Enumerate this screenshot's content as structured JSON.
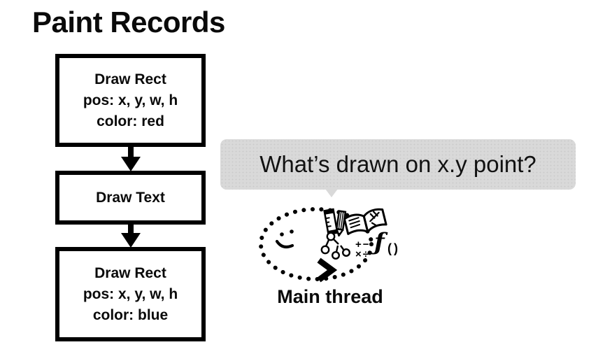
{
  "slide_title": "Paint Records",
  "flowchart": {
    "boxes": [
      {
        "title": "Draw Rect",
        "line2": "pos: x, y, w, h",
        "line3": "color: red"
      },
      {
        "title": "Draw Text"
      },
      {
        "title": "Draw Rect",
        "line2": "pos: x, y, w, h",
        "line3": "color: blue"
      }
    ]
  },
  "speech_bubble": {
    "text": "What’s drawn on x.y point?"
  },
  "illustration": {
    "label": "Main thread",
    "math_symbols_row1": "+−",
    "math_symbols_row2": "×÷",
    "function_f": "ƒ",
    "function_parens": "()"
  },
  "colors": {
    "ink": "#0a0a0a",
    "bubble_bg": "#d9d9d9",
    "background": "#ffffff"
  }
}
